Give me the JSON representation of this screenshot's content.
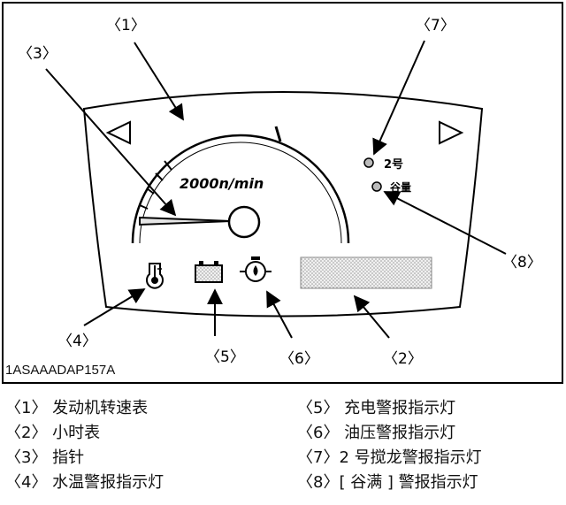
{
  "figure": {
    "code": "1ASAAADAP157A",
    "gauge": {
      "speed_label": "2000n/min",
      "indicator_2": "2号",
      "indicator_grain": "谷量"
    },
    "callouts": [
      "〈1〉",
      "〈2〉",
      "〈3〉",
      "〈4〉",
      "〈5〉",
      "〈6〉",
      "〈7〉",
      "〈8〉"
    ],
    "icons": {
      "left_arrow": "triangle-left-icon",
      "right_arrow": "triangle-right-icon",
      "water_temp": "thermometer-icon",
      "charge": "battery-icon",
      "oil_pressure": "oil-can-icon"
    },
    "colors": {
      "line": "#000000",
      "lcd": "#d0d0d0"
    }
  },
  "legend": {
    "left": [
      "〈1〉 发动机转速表",
      "〈2〉 小时表",
      "〈3〉 指针",
      "〈4〉 水温警报指示灯"
    ],
    "right": [
      "〈5〉 充电警报指示灯",
      "〈6〉 油压警报指示灯",
      "〈7〉2 号搅龙警报指示灯",
      "〈8〉[ 谷满 ] 警报指示灯"
    ]
  }
}
